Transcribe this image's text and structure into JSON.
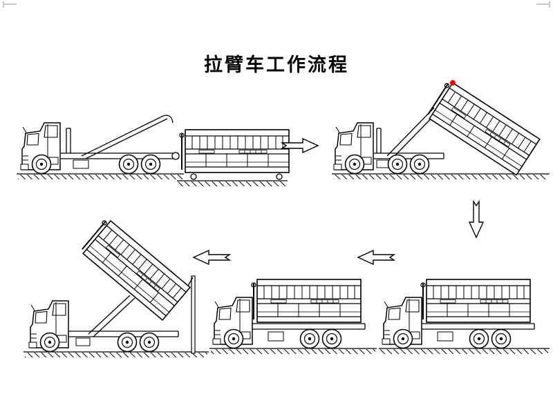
{
  "page": {
    "title": "拉臂车工作流程",
    "background": "#ffffff"
  },
  "colors": {
    "line": "#000000",
    "marker_red": "#ff0000",
    "corner_mark": "#c6c6c6"
  },
  "flow": {
    "steps": [
      {
        "id": 1,
        "name": "hook-arm-truck-aligned-behind-container-on-ground"
      },
      {
        "id": 2,
        "name": "hook-arm-tilting-container-onto-chassis"
      },
      {
        "id": 3,
        "name": "container-fully-loaded-on-chassis"
      },
      {
        "id": 4,
        "name": "container-carried-for-transport"
      },
      {
        "id": 5,
        "name": "container-tipped-up-for-unloading"
      }
    ],
    "arrows": [
      {
        "icon": "right-arrow",
        "from": 1,
        "to": 2
      },
      {
        "icon": "down-arrow",
        "from": 2,
        "to": 3
      },
      {
        "icon": "left-arrow",
        "from": 3,
        "to": 4
      },
      {
        "icon": "left-arrow",
        "from": 4,
        "to": 5
      }
    ]
  }
}
